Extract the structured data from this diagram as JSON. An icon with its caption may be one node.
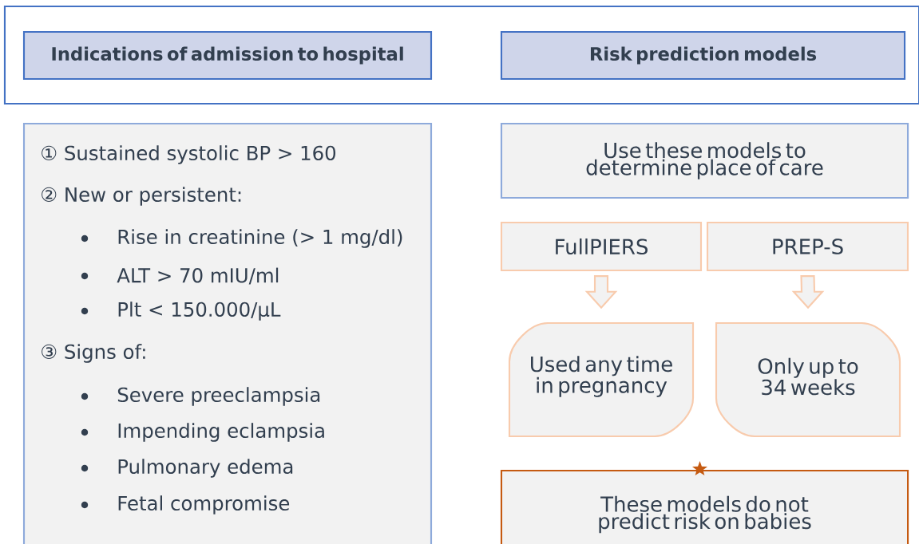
{
  "diagram": {
    "nodes": [
      {
        "text": [],
        "shape": "box"
      },
      {
        "text": [
          "Indications of admission to hospital"
        ],
        "in": 0
      },
      {
        "text": [
          "Risk prediction models"
        ],
        "in": 0
      },
      {
        "text": [
          "① Sustained systolic BP > 160",
          "② New or persistent:",
          "Rise in creatinine (> 1 mg/dl)",
          "ALT > 70 mIU/ml",
          "Plt < 150.000/μL",
          "③ Signs of:",
          "Severe preeclampsia",
          "Impending eclampsia",
          "Pulmonary edema",
          "Fetal compromise"
        ]
      },
      {
        "text": [
          "Use these models to determine place of care"
        ]
      },
      {
        "text": [
          "FullPIERS"
        ]
      },
      {
        "text": [
          "PREP-S"
        ]
      },
      {
        "text": [
          "Used any time in pregnancy"
        ]
      },
      {
        "text": [
          "Only up to 34 weeks"
        ]
      },
      {
        "text": [
          "These models do not predict risk on babies"
        ]
      }
    ],
    "edges": [
      {
        "from": 5,
        "to": 7,
        "arrow": "to"
      },
      {
        "from": 6,
        "to": 8,
        "arrow": "to"
      }
    ]
  }
}
